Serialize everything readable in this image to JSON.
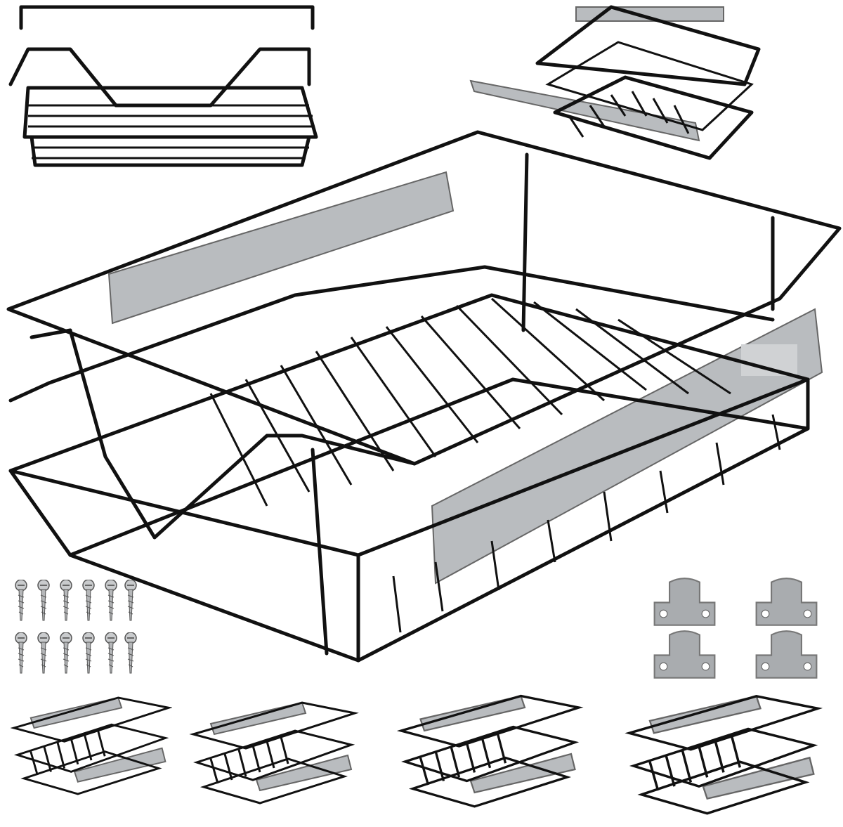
{
  "product": {
    "colors": {
      "wire": "#111111",
      "rail": "#b9bcbf",
      "bracket": "#a9acaf",
      "background": "#ffffff"
    },
    "screw_count": 12,
    "bracket_count": 4,
    "size_variants_shown": 4
  }
}
